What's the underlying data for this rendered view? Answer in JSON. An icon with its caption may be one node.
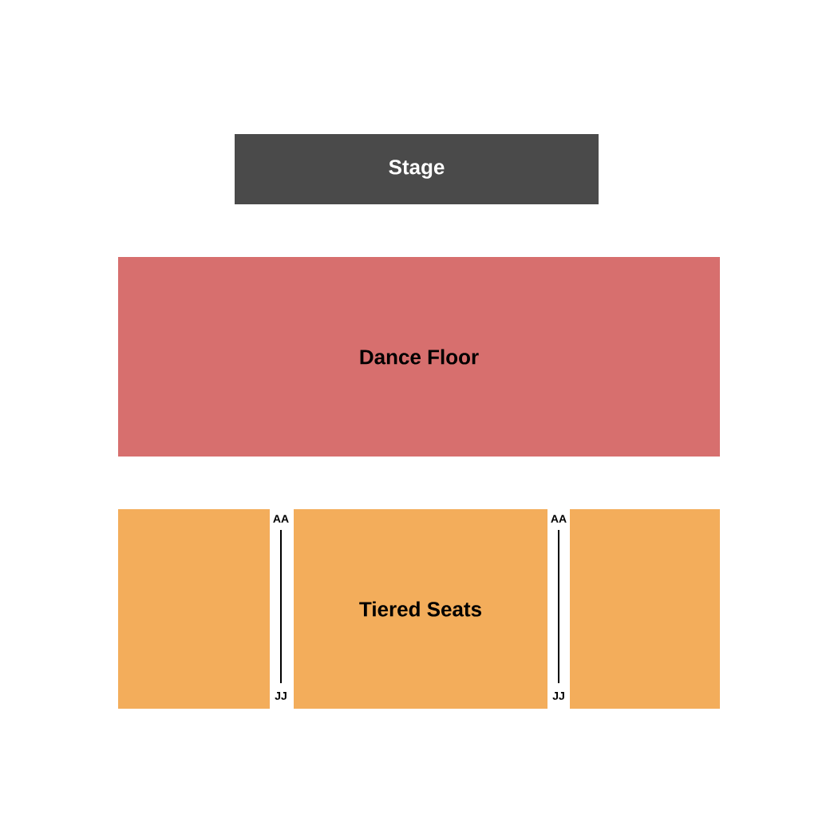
{
  "diagram": {
    "nodes": [
      {
        "text": [
          "Stage"
        ]
      },
      {
        "text": [
          "Dance Floor"
        ]
      },
      {
        "text": [],
        "shape": "box"
      },
      {
        "text": [
          "Tiered Seats"
        ]
      },
      {
        "text": [],
        "shape": "box"
      }
    ],
    "edges": [],
    "labels": [
      "AA",
      "JJ",
      "AA",
      "JJ"
    ]
  }
}
